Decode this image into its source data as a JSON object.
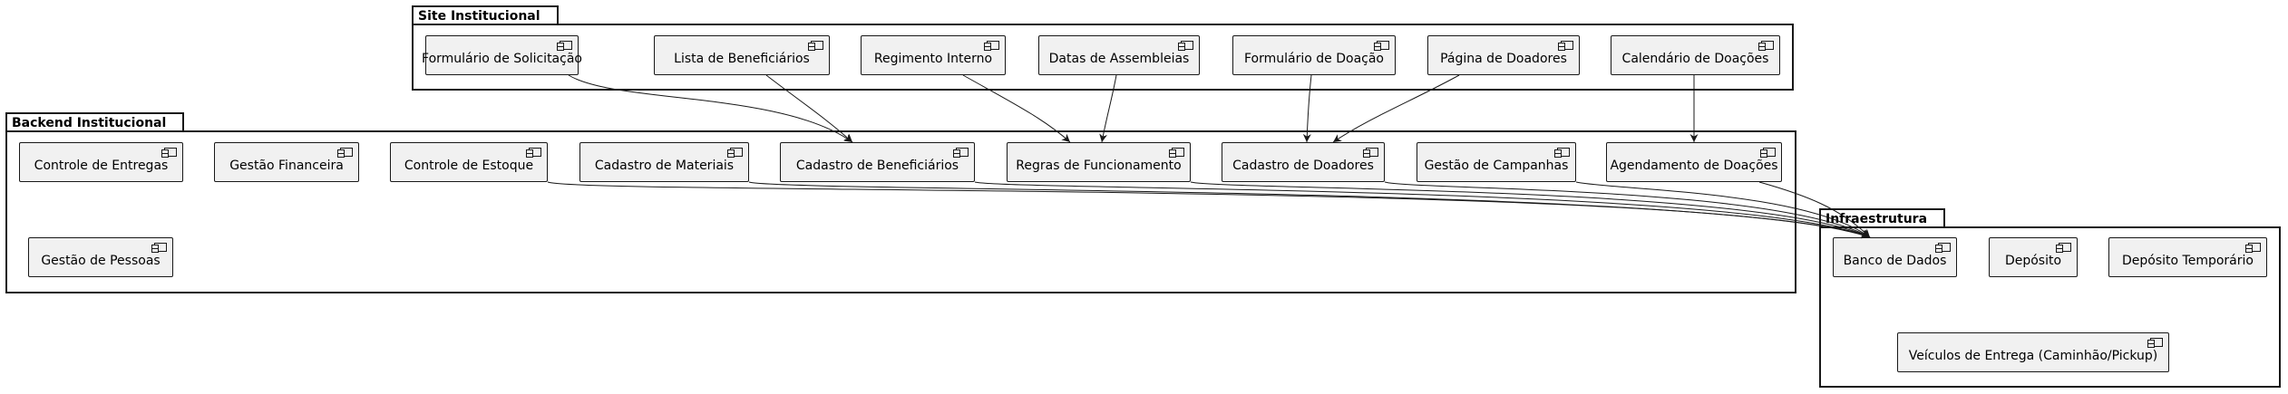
{
  "packages": {
    "site": {
      "title": "Site Institucional"
    },
    "backend": {
      "title": "Backend Institucional"
    },
    "infra": {
      "title": "Infraestrutura"
    }
  },
  "components": {
    "site": [
      "Formulário de Solicitação",
      "Lista de Beneficiários",
      "Regimento Interno",
      "Datas de Assembleias",
      "Formulário de Doação",
      "Página de Doadores",
      "Calendário de Doações"
    ],
    "backend": [
      "Controle de Entregas",
      "Gestão Financeira",
      "Controle de Estoque",
      "Cadastro de Materiais",
      "Cadastro de Beneficiários",
      "Regras de Funcionamento",
      "Cadastro de Doadores",
      "Gestão de Campanhas",
      "Agendamento de Doações",
      "Gestão de Pessoas"
    ],
    "infra": [
      "Banco de Dados",
      "Depósito",
      "Depósito Temporário",
      "Veículos de Entrega (Caminhão/Pickup)"
    ]
  },
  "edges": [
    {
      "from": "Formulário de Solicitação",
      "to": "Cadastro de Beneficiários"
    },
    {
      "from": "Lista de Beneficiários",
      "to": "Cadastro de Beneficiários"
    },
    {
      "from": "Regimento Interno",
      "to": "Regras de Funcionamento"
    },
    {
      "from": "Datas de Assembleias",
      "to": "Regras de Funcionamento"
    },
    {
      "from": "Formulário de Doação",
      "to": "Cadastro de Doadores"
    },
    {
      "from": "Página de Doadores",
      "to": "Cadastro de Doadores"
    },
    {
      "from": "Calendário de Doações",
      "to": "Agendamento de Doações"
    },
    {
      "from": "Controle de Estoque",
      "to": "Banco de Dados"
    },
    {
      "from": "Cadastro de Materiais",
      "to": "Banco de Dados"
    },
    {
      "from": "Cadastro de Beneficiários",
      "to": "Banco de Dados"
    },
    {
      "from": "Regras de Funcionamento",
      "to": "Banco de Dados"
    },
    {
      "from": "Cadastro de Doadores",
      "to": "Banco de Dados"
    },
    {
      "from": "Gestão de Campanhas",
      "to": "Banco de Dados"
    },
    {
      "from": "Agendamento de Doações",
      "to": "Banco de Dados"
    }
  ]
}
